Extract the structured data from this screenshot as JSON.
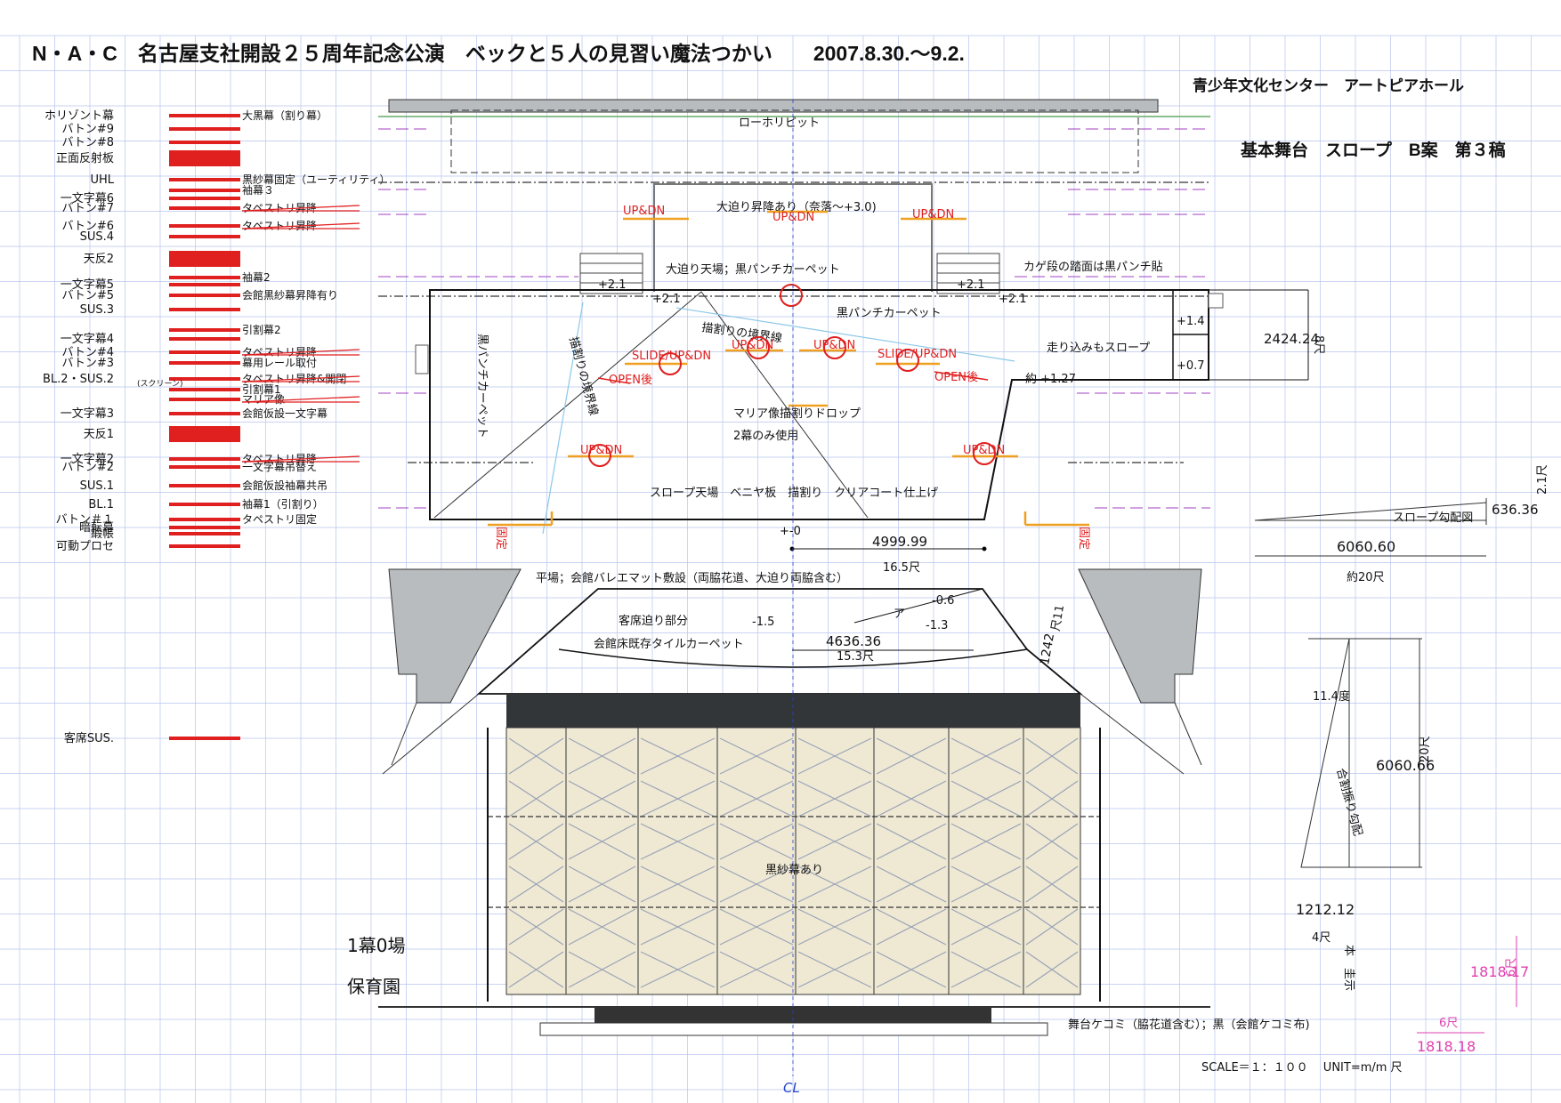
{
  "header": {
    "title": "N・A・C　名古屋支社開設２５周年記念公演　ベックと５人の見習い魔法つかい　　2007.8.30.〜9.2.",
    "venue": "青少年文化センター　アートピアホール",
    "plan": "基本舞台　スロープ　B案　第３稿"
  },
  "fly_bars": [
    {
      "label": "ホリゾント幕",
      "note": "大黒幕（割り幕）"
    },
    {
      "label": "バトン#9",
      "note": ""
    },
    {
      "label": "バトン#8",
      "note": ""
    },
    {
      "label": "正面反射板",
      "note": ""
    },
    {
      "label": "UHL",
      "note": "黒紗幕固定（ユーティリティ）"
    },
    {
      "label": "",
      "note": "袖幕３"
    },
    {
      "label": "一文字幕6",
      "note": ""
    },
    {
      "label": "バトン#7",
      "note": "タペストリ昇降"
    },
    {
      "label": "バトン#6",
      "note": "タペストリ昇降"
    },
    {
      "label": "SUS.4",
      "note": ""
    },
    {
      "label": "天反2",
      "note": ""
    },
    {
      "label": "",
      "note": "袖幕2"
    },
    {
      "label": "一文字幕5",
      "note": ""
    },
    {
      "label": "バトン#5",
      "note": "会館黒紗幕昇降有り"
    },
    {
      "label": "SUS.3",
      "note": ""
    },
    {
      "label": "",
      "note": "引割幕2"
    },
    {
      "label": "一文字幕4",
      "note": ""
    },
    {
      "label": "バトン#4",
      "note": "タペストリ昇降"
    },
    {
      "label": "バトン#3",
      "note": "幕用レール取付"
    },
    {
      "label": "BL.2・SUS.2",
      "note": "タペストリ昇降&開閉"
    },
    {
      "label": "",
      "note": "引割幕1"
    },
    {
      "label": "",
      "note": "マリア像"
    },
    {
      "label": "一文字幕3",
      "note": "会館仮設一文字幕"
    },
    {
      "label": "天反1",
      "note": ""
    },
    {
      "label": "一文字幕2",
      "note": "タペストリ昇降"
    },
    {
      "label": "バトン#2",
      "note": "一文字幕吊替え"
    },
    {
      "label": "SUS.1",
      "note": "会館仮設袖幕共吊"
    },
    {
      "label": "BL.1",
      "note": "袖幕1（引割り）"
    },
    {
      "label": "暗転幕",
      "note": ""
    },
    {
      "label": "バトン＃１",
      "note": "タペストリ固定"
    },
    {
      "label": "緞帳",
      "note": ""
    },
    {
      "label": "可動プロセ",
      "note": ""
    },
    {
      "label": "客席SUS.",
      "note": ""
    }
  ],
  "bl2_suffix": "(スクリーン)",
  "stage_labels": {
    "pit": "ローホリピット",
    "lift": "大迫り昇降あり（奈落〜+3.0)",
    "lift_top": "大迫り天場；黒パンチカーペット",
    "kage": "カゲ段の踏面は黒パンチ貼",
    "carpet": "黒パンチカーペット",
    "boundary": "描割りの境界線",
    "boundary2": "描割りの境界線",
    "carpet_v": "黒パンチカーペット",
    "run": "走り込みもスロープ",
    "approx": "約 +1.27",
    "maria": "マリア像描割りドロップ",
    "maria2": "2幕のみ使用",
    "slope_top": "スロープ天場　ベニヤ板　描割り　クリアコート仕上げ",
    "floor": "平場；会館バレエマット敷設（両脇花道、大迫り両脇含む）",
    "audience_lift": "客席迫り部分",
    "tile": "会館床既存タイルカーペット",
    "a": "ア",
    "curtain": "黒紗幕あり",
    "scene": "1幕0場",
    "place": "保育園",
    "kecomi": "舞台ケコミ（脇花道含む）；黒（会館ケコミ布)",
    "fixed_l": "固定",
    "fixed_r": "固定",
    "cl": "CL",
    "scale": "SCALE＝１：１００　 UNIT=m/m 尺",
    "slope_chart": "スロープ勾配図",
    "stair_chart": "合割振り勾配",
    "deg": "11.4度",
    "honken": "本　圭示"
  },
  "heights": {
    "p21a": "+2.1",
    "p21b": "+2.1",
    "p21c": "+2.1",
    "p21d": "+2.1",
    "p14": "+1.4",
    "p07": "+0.7",
    "p0": "+-0",
    "m06": "-0.6",
    "m13": "-1.3",
    "m15": "-1.5"
  },
  "cues": {
    "updn": "UP&DN",
    "slide": "SLIDE/UP&DN",
    "open": "OPEN後"
  },
  "dims": {
    "d1": "2424.24",
    "d1u": "8尺",
    "d2": "4999.99",
    "d2u": "16.5尺",
    "d3": "4636.36",
    "d3u": "15.3尺",
    "d4": "1242",
    "d4u": "尺11",
    "d5": "636.36",
    "d5u": "2.1尺",
    "d6": "6060.60",
    "d6u": "約20尺",
    "d7": "6060.66",
    "d7u": "20尺",
    "d8": "1212.12",
    "d8u": "4尺",
    "d9": "1818.17",
    "d9u": "6尺",
    "d10": "1818.18",
    "d10u": "6尺"
  }
}
